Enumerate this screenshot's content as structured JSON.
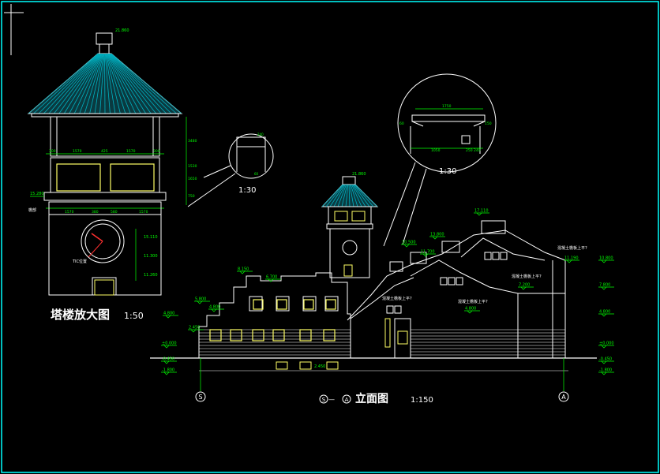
{
  "tower": {
    "title": "塔楼放大图",
    "scale": "1:50",
    "top_elevation": "21.860",
    "floor_elevation": "15.280",
    "clock_elevation": "15.110",
    "mid_elevation": "11.300",
    "low_elevation": "11.260",
    "clock_note": "TIC位置",
    "eave_note": "檐部",
    "dim_top": [
      "300",
      "1570",
      "425",
      "1570",
      "300"
    ],
    "dim_mid": [
      "1570",
      "380",
      "580",
      "1570"
    ],
    "dim_side": [
      "3480",
      "1530",
      "1650",
      "750"
    ],
    "detail_scale": "1:30"
  },
  "detail_right": {
    "scale": "1:30",
    "dim_top": "1750",
    "dim_bottom": [
      "1050",
      "250",
      "240"
    ],
    "dim_side": [
      "60",
      "150"
    ]
  },
  "elevation": {
    "title": "立面图",
    "scale": "1:150",
    "axis_left": "S",
    "axis_mid_a": "S",
    "axis_mid_b": "A",
    "axis_right": "A",
    "dash": "—",
    "tower_top": "21.860",
    "labels_left": [
      "4.800",
      "±0.000",
      "-0.450",
      "-1.800"
    ],
    "labels_right": [
      "10.800",
      "7.800",
      "4.800",
      "±0.000",
      "-0.450",
      "-1.800"
    ],
    "roof_elevations": [
      "17.110",
      "13.800",
      "11.700",
      "10.500",
      "8.150",
      "6.700",
      "5.800",
      "4.800",
      "2.450",
      "11.190",
      "7.200",
      "4.800"
    ],
    "notes": [
      "混凝土檐板上平?",
      "混凝土檐板上平?",
      "混凝土檐板上平?",
      "混凝土檐板上平?"
    ],
    "bottom_label": "2.450"
  }
}
